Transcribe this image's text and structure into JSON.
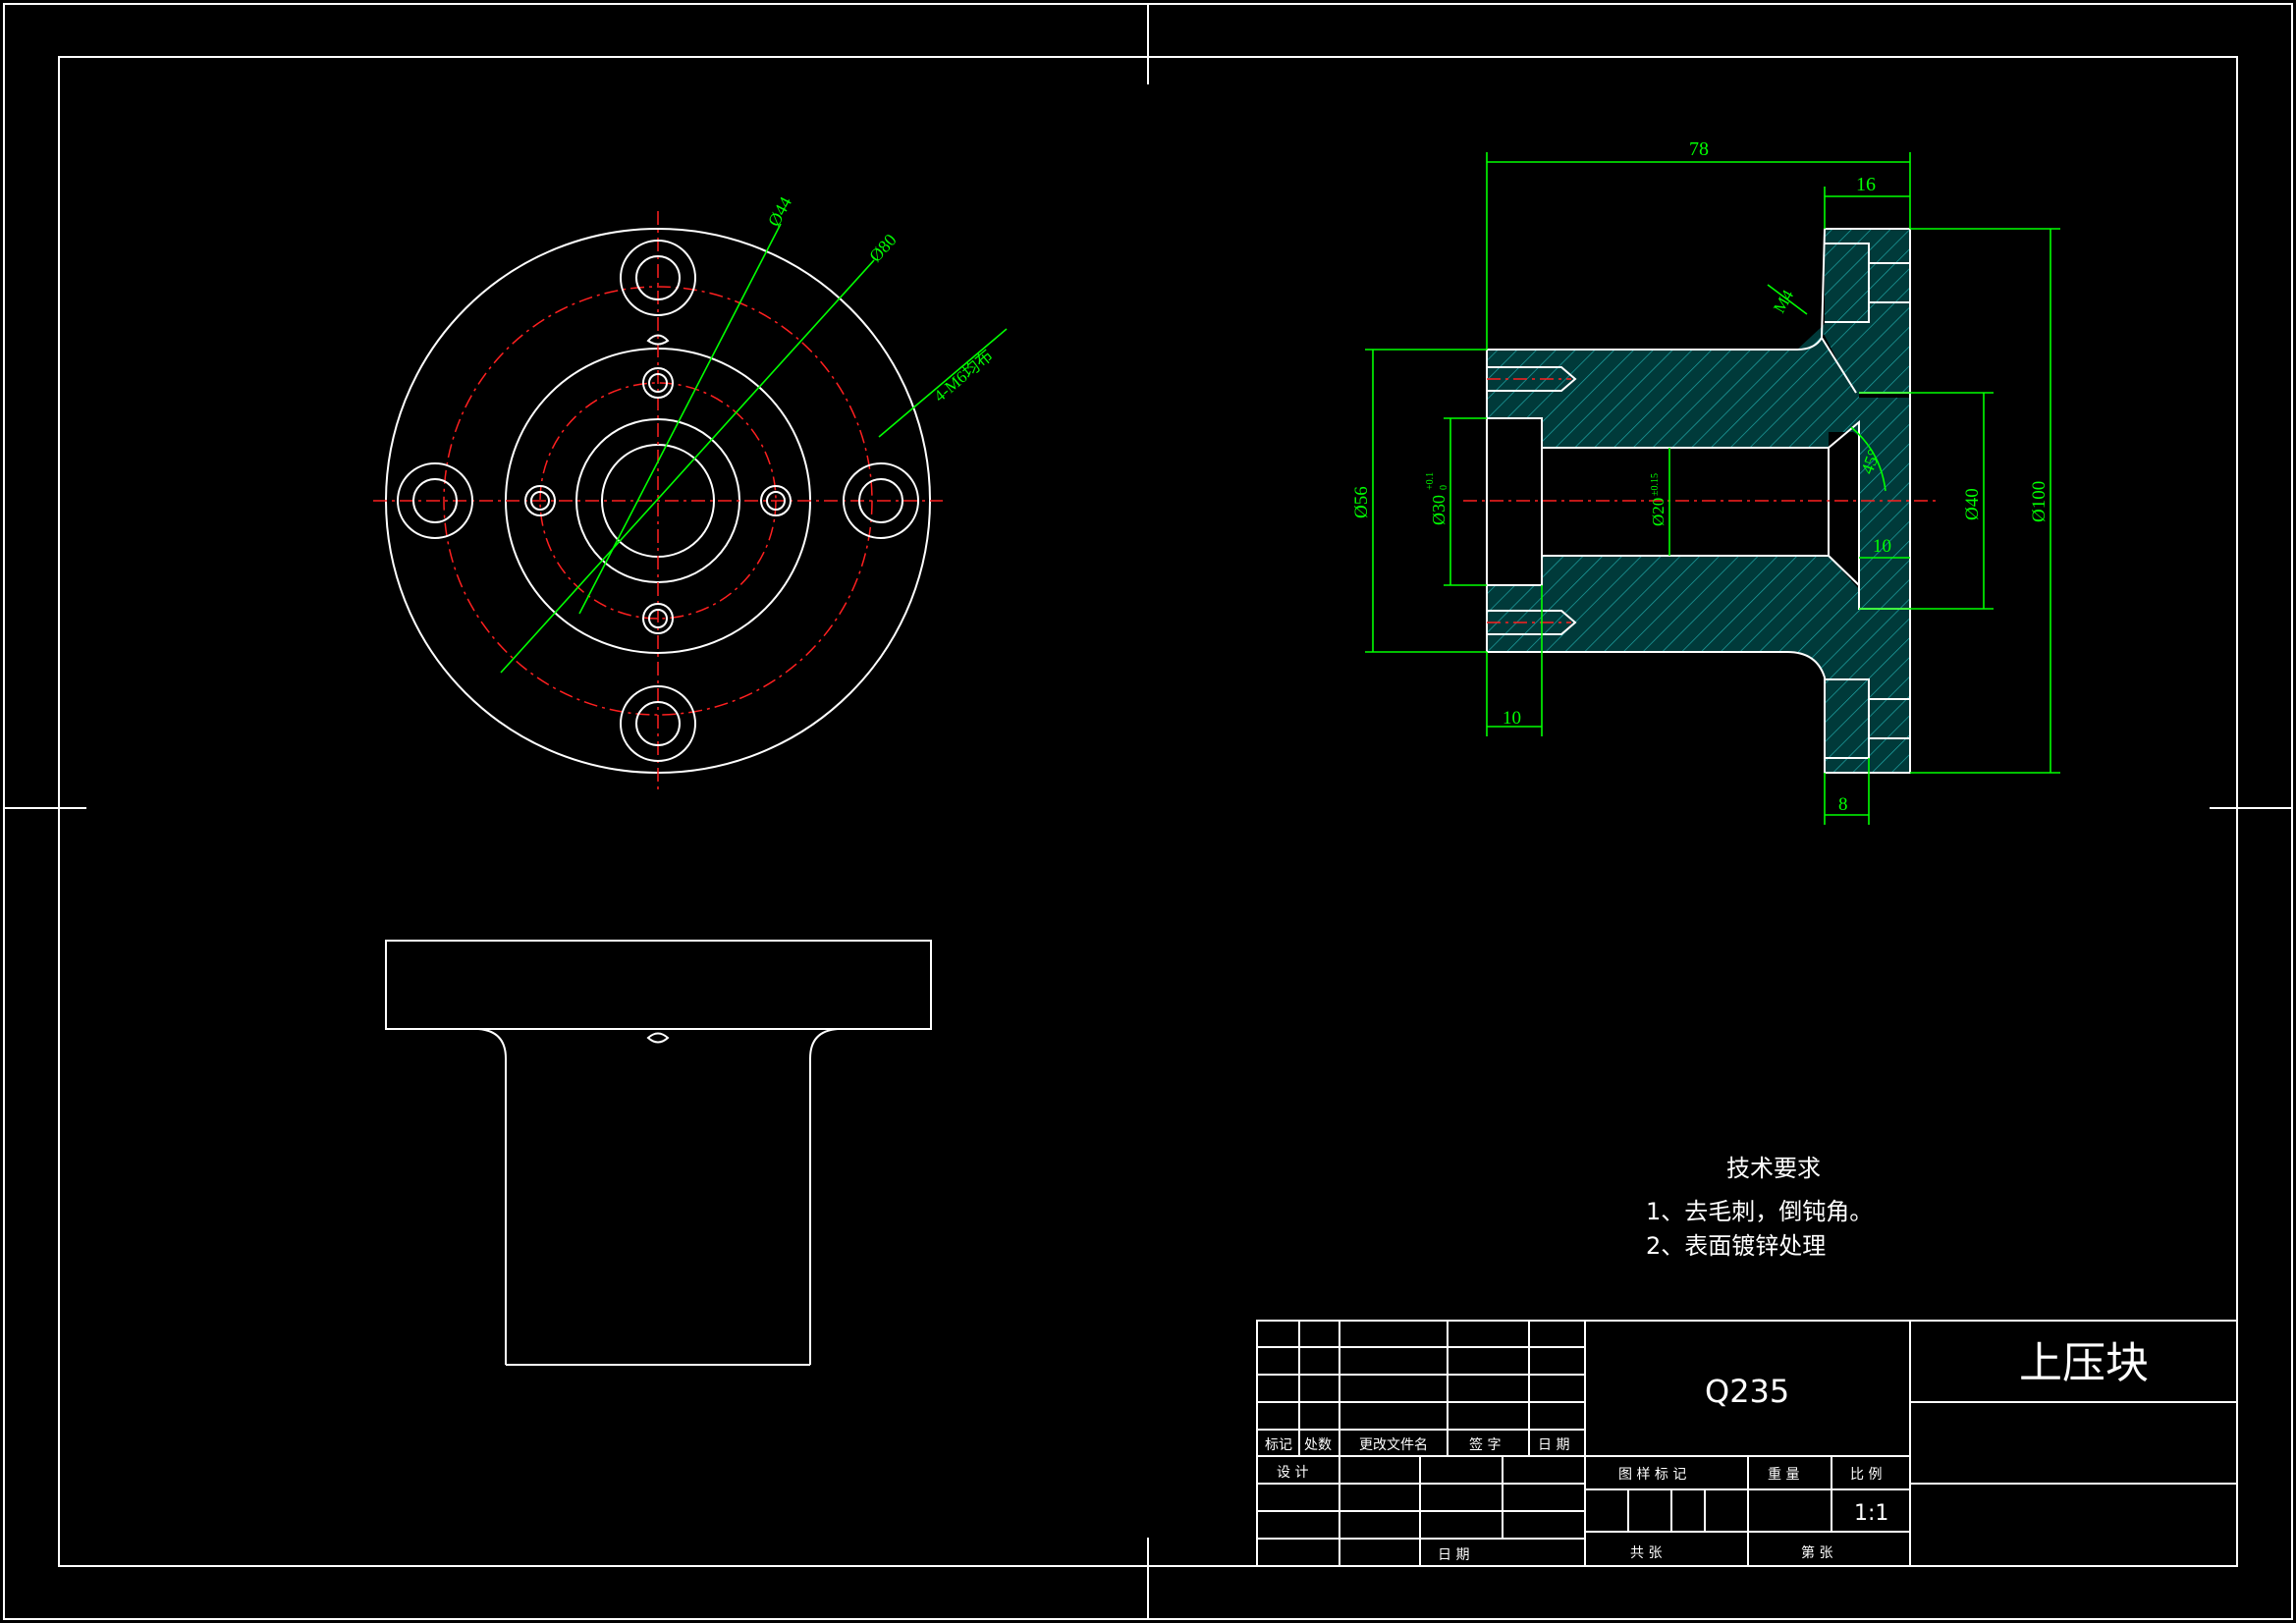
{
  "drawing": {
    "part_name": "上压块",
    "material": "Q235",
    "scale": "1:1",
    "colors": {
      "outline": "#ffffff",
      "dimension": "#00ff00",
      "centerline": "#ff2020",
      "background": "#000000"
    }
  },
  "tech_requirements": {
    "heading": "技术要求",
    "items": [
      "1、去毛刺，倒钝角。",
      "2、表面镀锌处理"
    ]
  },
  "dimensions_front": {
    "d44": "Ø44",
    "d80": "Ø80",
    "holes": "4-M6均布"
  },
  "dimensions_section": {
    "len78": "78",
    "len16": "16",
    "m4": "M4",
    "d56": "Ø56",
    "d30": "Ø30",
    "d30_tol": "+0.1",
    "d30_tol2": "0",
    "d20": "Ø20",
    "d20_tol": "±0.15",
    "deg45": "45°",
    "d40": "Ø40",
    "d100": "Ø100",
    "len10a": "10",
    "len10b": "10",
    "len8": "8"
  },
  "title_block": {
    "mark": "标记",
    "count": "处数",
    "doc": "更改文件名",
    "sign": "签 字",
    "date": "日 期",
    "design": "设 计",
    "date2": "日 期",
    "drawing_mark": "图 样 标 记",
    "weight": "重 量",
    "ratio": "比 例",
    "total": "共  张",
    "sheet": "第  张"
  }
}
